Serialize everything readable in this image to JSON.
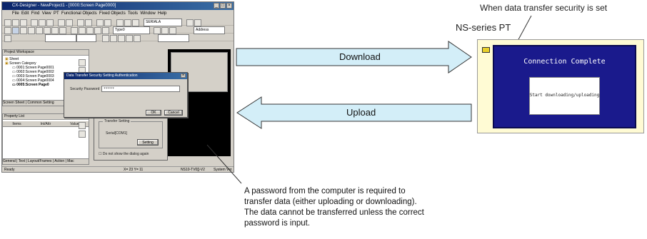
{
  "software": {
    "title": "CX-Designer - NewProject1 - [0000:Screen Page0000]",
    "menu": [
      "File",
      "Edit",
      "Find",
      "View",
      "PT",
      "Functional Objects",
      "Fixed Objects",
      "Tools",
      "Window",
      "Help"
    ],
    "combo_serial": "SERIALA",
    "combo_type": "Type0",
    "combo_address": "Address",
    "workspace": {
      "title": "Project Workspace",
      "tree": [
        "Sheet",
        "Screen Category",
        "0001:Screen Page0001",
        "0002:Screen Page0002",
        "0003:Screen Page0003",
        "0004:Screen Page0004",
        "0005:Screen Page0"
      ],
      "tabs": [
        "Screen Sheet",
        "Common Setting"
      ]
    },
    "property_list": {
      "title": "Property List",
      "columns": [
        "Items",
        "Int/Attr",
        "Value"
      ],
      "tabs": [
        "General",
        "Text",
        "Layout/Frames",
        "Action",
        "Mac"
      ]
    },
    "auth_dialog": {
      "title": "Data Transfer Security Setting Authentication",
      "field_label": "Security Password",
      "field_value": "*****",
      "ok": "OK",
      "cancel": "Cancel"
    },
    "transfer_dialog": {
      "group": "Transfer Setting",
      "port": "Serial[COM1]",
      "setting": "Setting",
      "checkbox": "Do not show the dialog again"
    },
    "status": {
      "left": "Ready",
      "coords": "X= 23 Y= 11",
      "model": "NS10-TV0[]-V2",
      "sys": "System Ver."
    }
  },
  "arrows": {
    "download": "Download",
    "upload": "Upload"
  },
  "pt": {
    "security_callout": "When data transfer security is set",
    "series_label": "NS-series PT",
    "screen_title": "Connection Complete",
    "screen_message": "Start downloading/uploading"
  },
  "note": [
    "A password from the computer is required to",
    "transfer data (either uploading or downloading).",
    "The data cannot be transferred unless the correct",
    "password is input."
  ],
  "colors": {
    "arrow_fill": "#d3eef8",
    "pt_body": "#fffbd4",
    "pt_screen": "#1a1a8c"
  }
}
